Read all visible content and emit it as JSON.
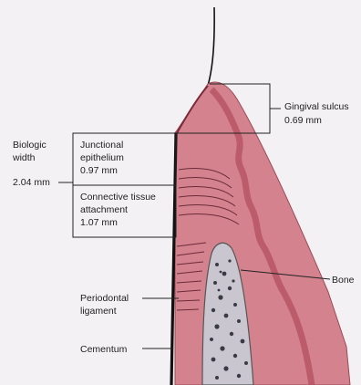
{
  "labels": {
    "gingival_sulcus": {
      "name": "Gingival sulcus",
      "value": "0.69 mm"
    },
    "biologic_width": {
      "line1": "Biologic",
      "line2": "width",
      "value": "2.04 mm"
    },
    "junctional_epithelium": {
      "line1": "Junctional",
      "line2": "epithelium",
      "value": "0.97 mm"
    },
    "connective_tissue": {
      "line1": "Connective tissue",
      "line2": "attachment",
      "value": "1.07 mm"
    },
    "bone": "Bone",
    "periodontal_ligament": {
      "line1": "Periodontal",
      "line2": "ligament"
    },
    "cementum": "Cementum"
  },
  "colors": {
    "background": "#f3f1f3",
    "gingiva": "#d4828e",
    "gingiva_inner": "#c0606f",
    "bone": "#c9c6cf",
    "bone_dots": "#3a3a44",
    "tooth_outline": "#111111"
  }
}
